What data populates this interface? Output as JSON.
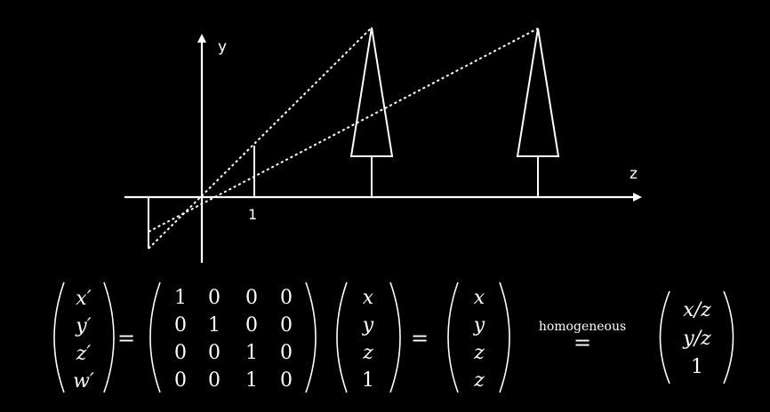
{
  "figure": {
    "axes": {
      "y_label": "y",
      "z_label": "z",
      "unit_tick_label": "1"
    }
  },
  "equation": {
    "lhs": [
      "x′",
      "y′",
      "z′",
      "w′"
    ],
    "matrix": [
      [
        "1",
        "0",
        "0",
        "0"
      ],
      [
        "0",
        "1",
        "0",
        "0"
      ],
      [
        "0",
        "0",
        "1",
        "0"
      ],
      [
        "0",
        "0",
        "1",
        "0"
      ]
    ],
    "input": [
      "x",
      "y",
      "z",
      "1"
    ],
    "result": [
      "x",
      "y",
      "z",
      "z"
    ],
    "operator_text": "homogeneous",
    "normalized": [
      "x/z",
      "y/z",
      "1"
    ],
    "equals": "="
  }
}
